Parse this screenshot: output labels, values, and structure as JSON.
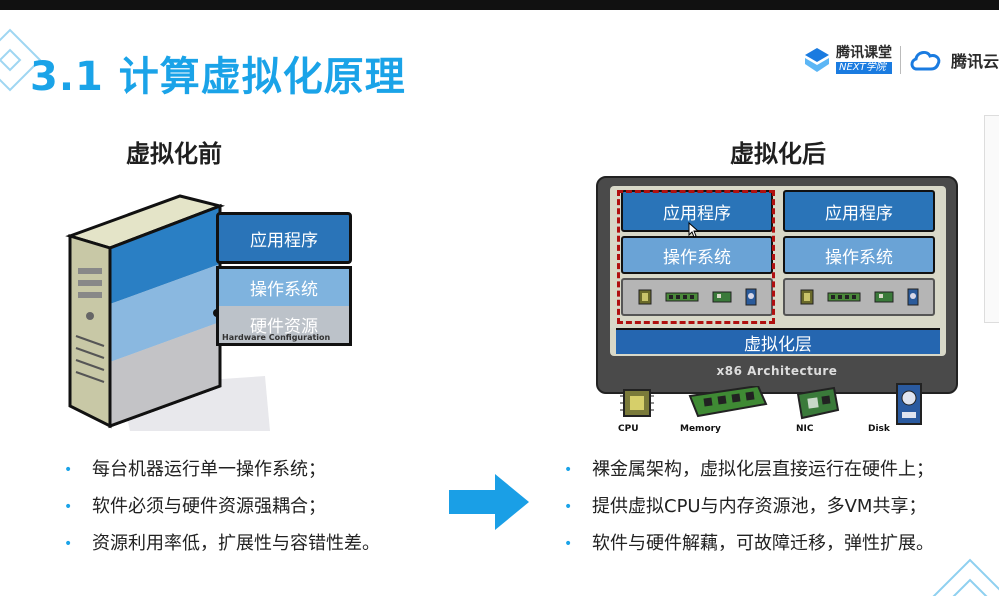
{
  "slide": {
    "title": "3.1 计算虚拟化原理"
  },
  "brand": {
    "name1": "腾讯课堂",
    "sub1": "NEXT学院",
    "name2": "腾讯云"
  },
  "before": {
    "title": "虚拟化前",
    "app_label": "应用程序",
    "os_label": "操作系统",
    "hw_label": "硬件资源",
    "hw_sub": "Hardware Configuration",
    "bullets": [
      "每台机器运行单一操作系统；",
      "软件必须与硬件资源强耦合；",
      "资源利用率低，扩展性与容错性差。"
    ]
  },
  "after": {
    "title": "虚拟化后",
    "vms": [
      {
        "app": "应用程序",
        "os": "操作系统"
      },
      {
        "app": "应用程序",
        "os": "操作系统"
      }
    ],
    "virt_layer": "虚拟化层",
    "arch": "x86 Architecture",
    "hw": [
      "CPU",
      "Memory",
      "NIC",
      "Disk"
    ],
    "bullets": [
      "裸金属架构，虚拟化层直接运行在硬件上；",
      "提供虚拟CPU与内存资源池，多VM共享；",
      "软件与硬件解藕，可故障迁移，弹性扩展。"
    ]
  },
  "colors": {
    "accent": "#1aa3e8",
    "app_blue": "#2a74b8",
    "os_blue": "#7fb3de",
    "virt_blue": "#2566b0",
    "dashed_red": "#b01010"
  }
}
